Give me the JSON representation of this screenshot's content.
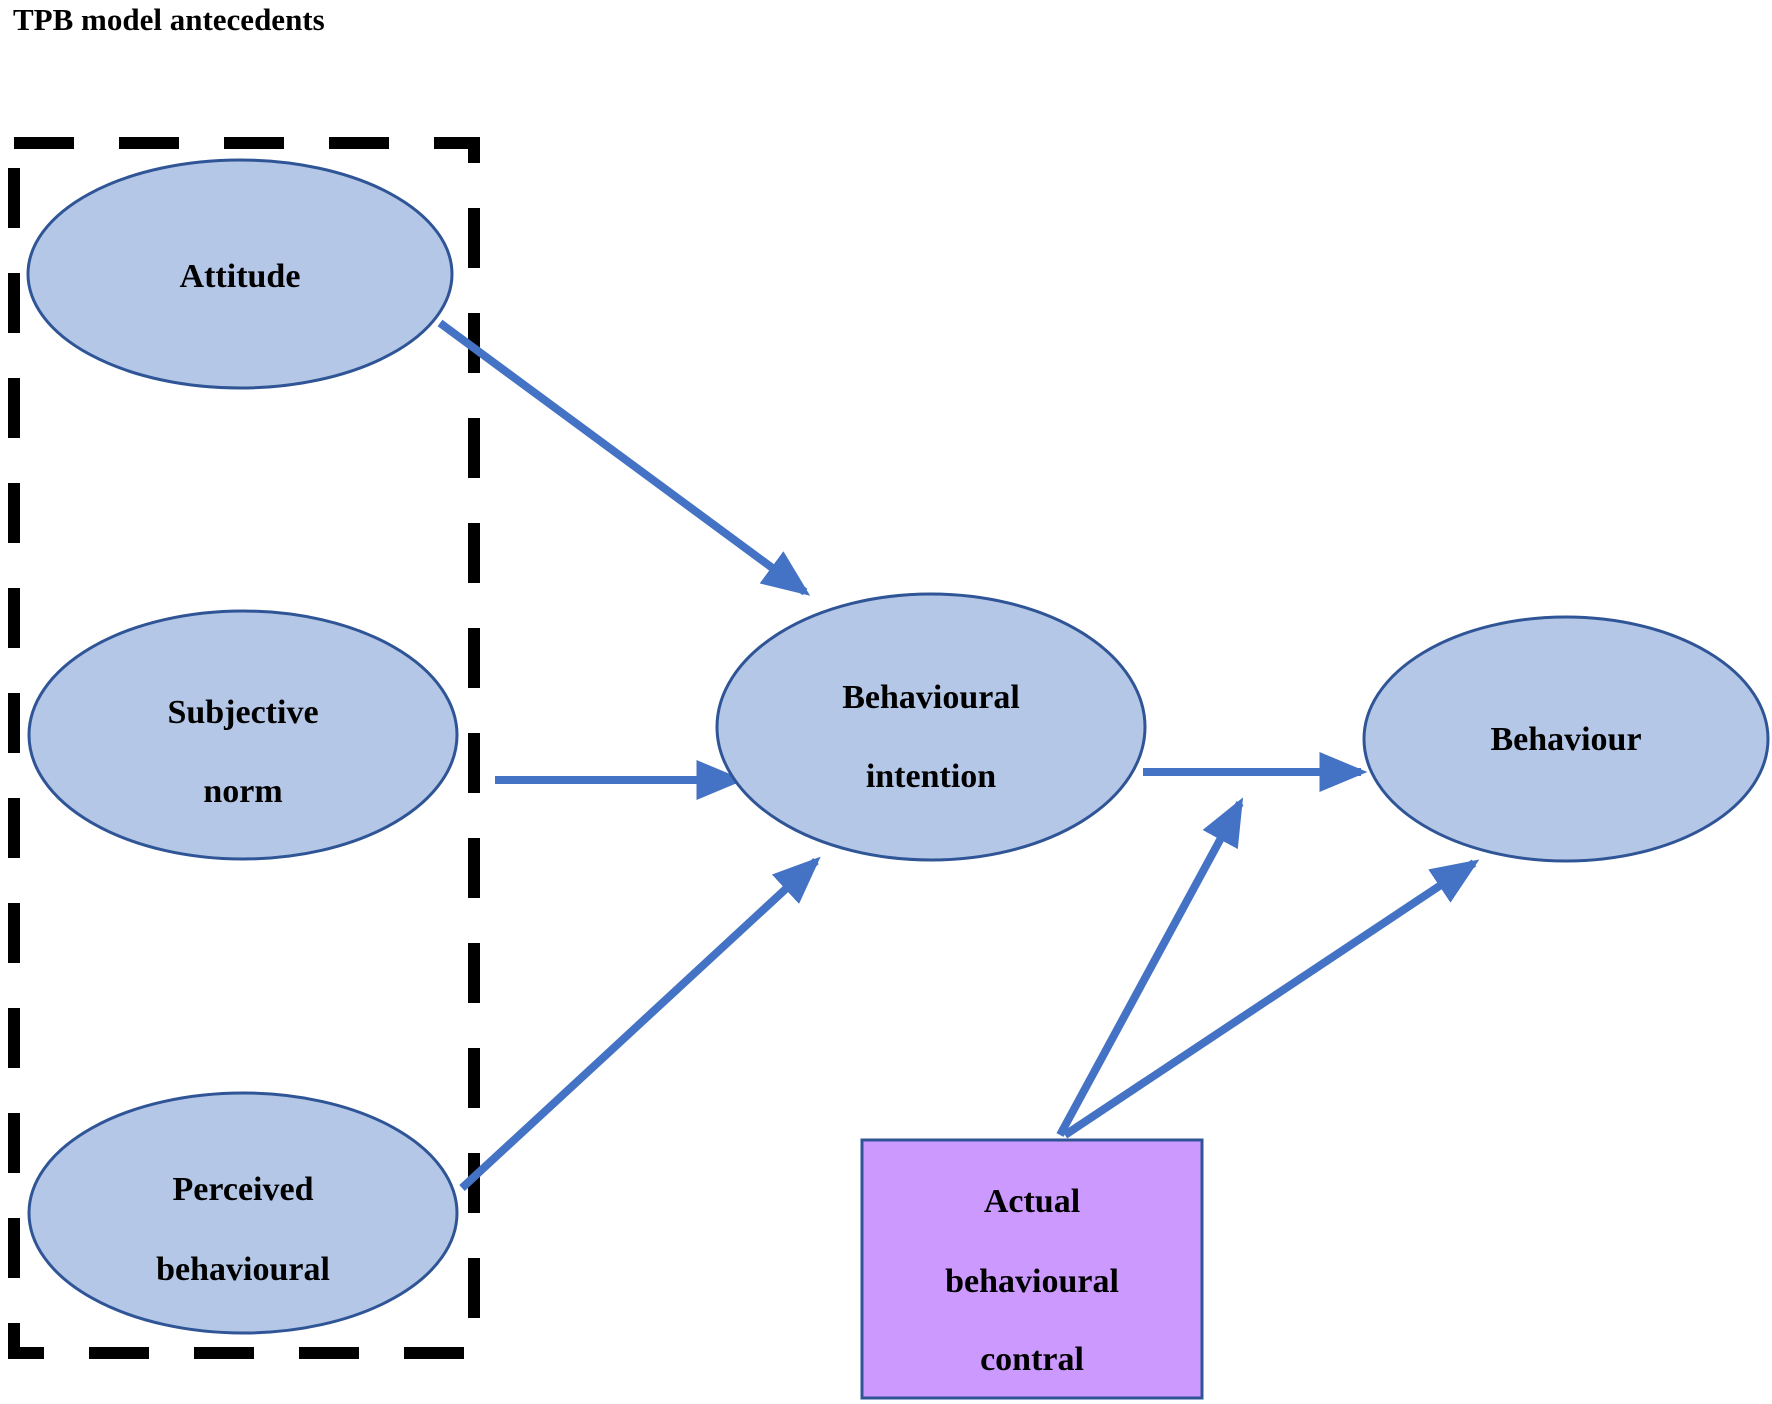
{
  "diagram": {
    "title": "TPB model antecedents",
    "nodes": {
      "attitude": {
        "lines": [
          "Attitude"
        ]
      },
      "subjective_norm": {
        "lines": [
          "Subjective",
          "norm"
        ]
      },
      "perceived_behavioural": {
        "lines": [
          "Perceived",
          "behavioural"
        ]
      },
      "behavioural_intention": {
        "lines": [
          "Behavioural",
          "intention"
        ]
      },
      "behaviour": {
        "lines": [
          "Behaviour"
        ]
      },
      "actual_behavioural_control": {
        "lines": [
          "Actual",
          "behavioural",
          "contral"
        ]
      }
    },
    "edges": [
      {
        "from": "attitude",
        "to": "behavioural_intention"
      },
      {
        "from": "subjective_norm",
        "to": "behavioural_intention"
      },
      {
        "from": "perceived_behavioural",
        "to": "behavioural_intention"
      },
      {
        "from": "behavioural_intention",
        "to": "behaviour"
      },
      {
        "from": "actual_behavioural_control",
        "to": "intention-behaviour-link"
      },
      {
        "from": "actual_behavioural_control",
        "to": "behaviour"
      }
    ],
    "colors": {
      "ellipse_fill": "#b4c7e7",
      "ellipse_stroke": "#2f5597",
      "box_fill": "#cc99ff",
      "box_stroke": "#2f5597",
      "arrow": "#4472c4",
      "dashed_frame": "#000000"
    }
  }
}
